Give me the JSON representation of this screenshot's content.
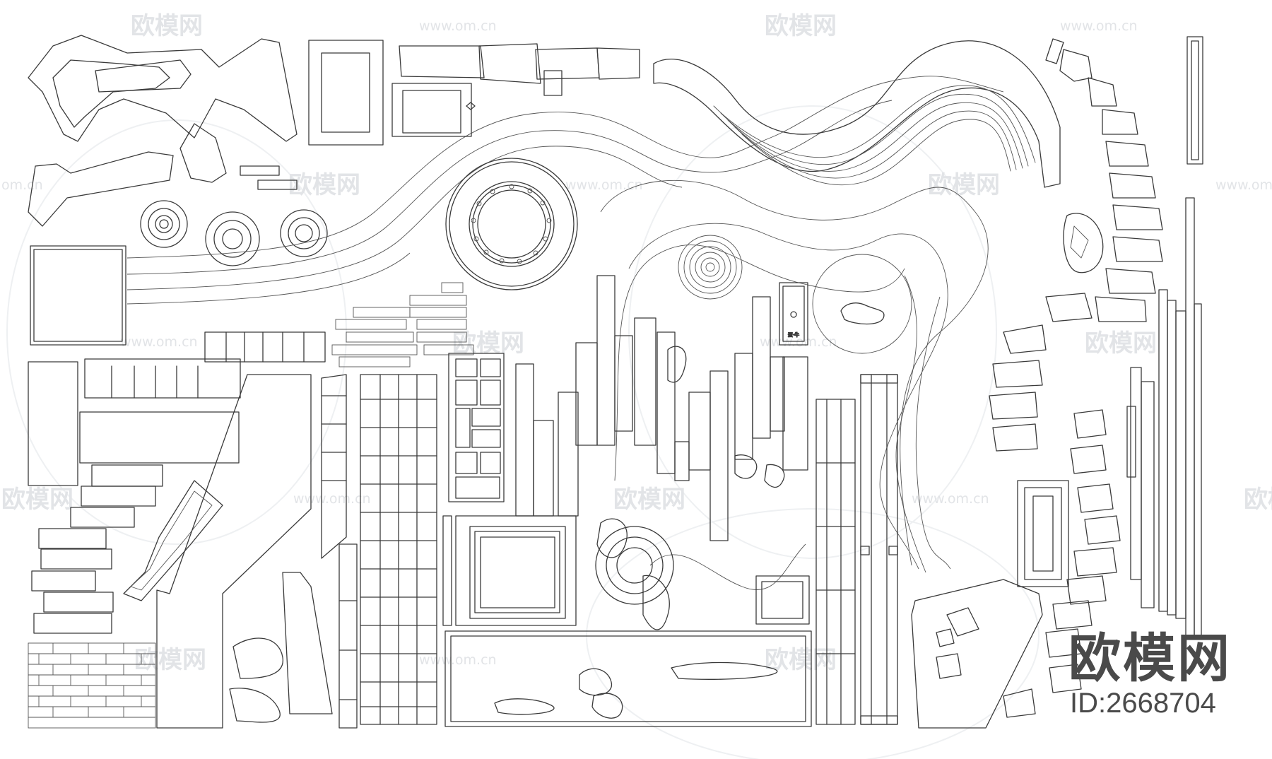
{
  "watermark": {
    "brand_text": "欧模网",
    "url_text": "www.om.cn",
    "url_text_cropped": "om.cn"
  },
  "corner_brand": {
    "name": "欧模网",
    "id_label": "ID:2668704"
  },
  "plaque_text": "蛋·牛"
}
